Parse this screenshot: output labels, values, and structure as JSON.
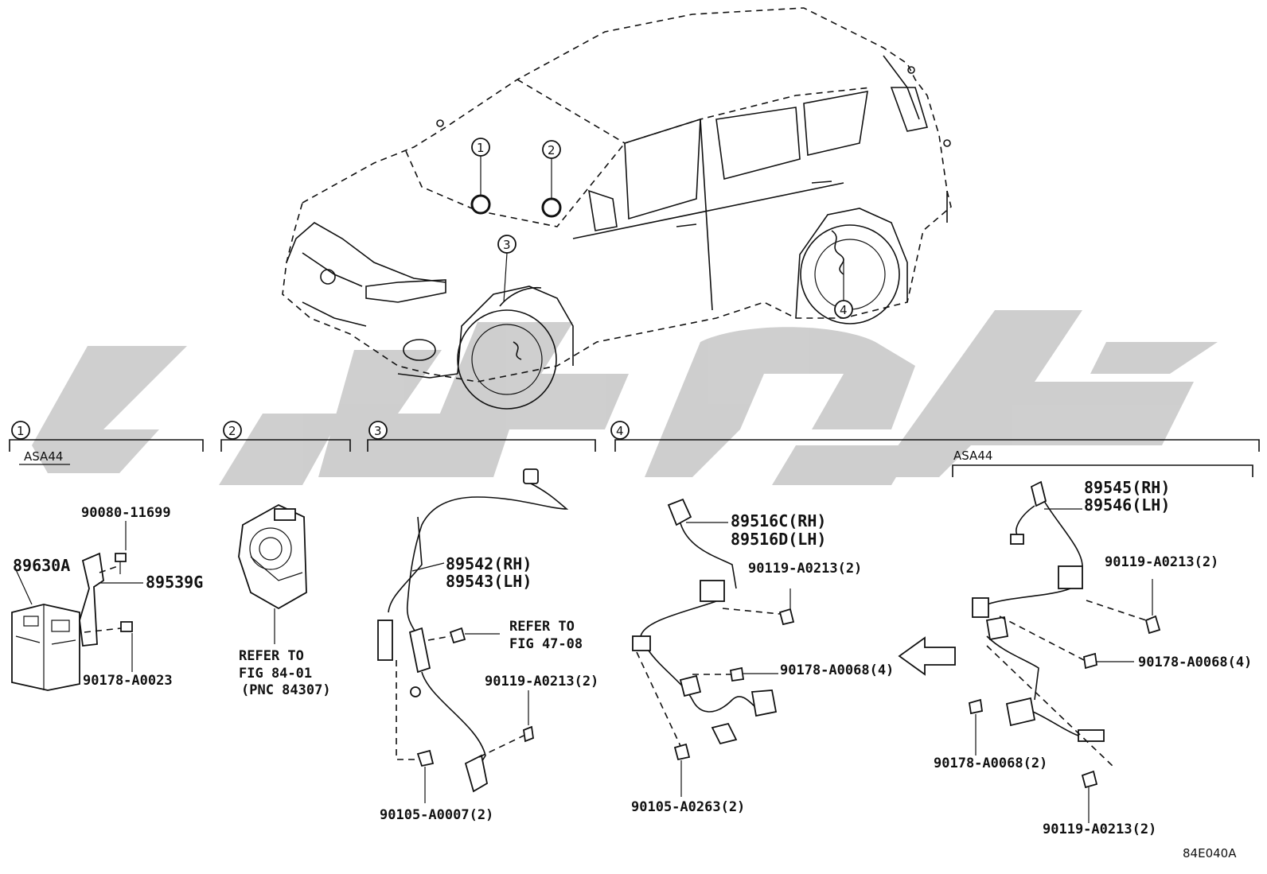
{
  "diagram": {
    "figure_code": "84E040A",
    "callouts": [
      "1",
      "2",
      "3",
      "4"
    ],
    "sections": [
      {
        "number": "1",
        "model_note": "ASA44"
      },
      {
        "number": "2"
      },
      {
        "number": "3"
      },
      {
        "number": "4",
        "model_note": "ASA44"
      }
    ],
    "section1": {
      "main_part": "89630A",
      "bracket": "89539G",
      "bolt": "90080-11699",
      "nut": "90178-A0023"
    },
    "section2": {
      "refer_line1": "REFER TO",
      "refer_line2": "FIG 84-01",
      "refer_line3": "(PNC 84307)"
    },
    "section3": {
      "sensor_rh": "89542(RH)",
      "sensor_lh": "89543(LH)",
      "refer_line1": "REFER TO",
      "refer_line2": "FIG 47-08",
      "bolt_a": "90119-A0213(2)",
      "bolt_b": "90105-A0007(2)"
    },
    "section4_left": {
      "sensor_rh": "89516C(RH)",
      "sensor_lh": "89516D(LH)",
      "bolt_a": "90119-A0213(2)",
      "nut": "90178-A0068(4)",
      "bolt_b": "90105-A0263(2)"
    },
    "section4_right": {
      "sensor_rh": "89545(RH)",
      "sensor_lh": "89546(LH)",
      "bolt_a": "90119-A0213(2)",
      "nut_a": "90178-A0068(4)",
      "nut_b": "90178-A0068(2)",
      "bolt_b": "90119-A0213(2)"
    }
  }
}
